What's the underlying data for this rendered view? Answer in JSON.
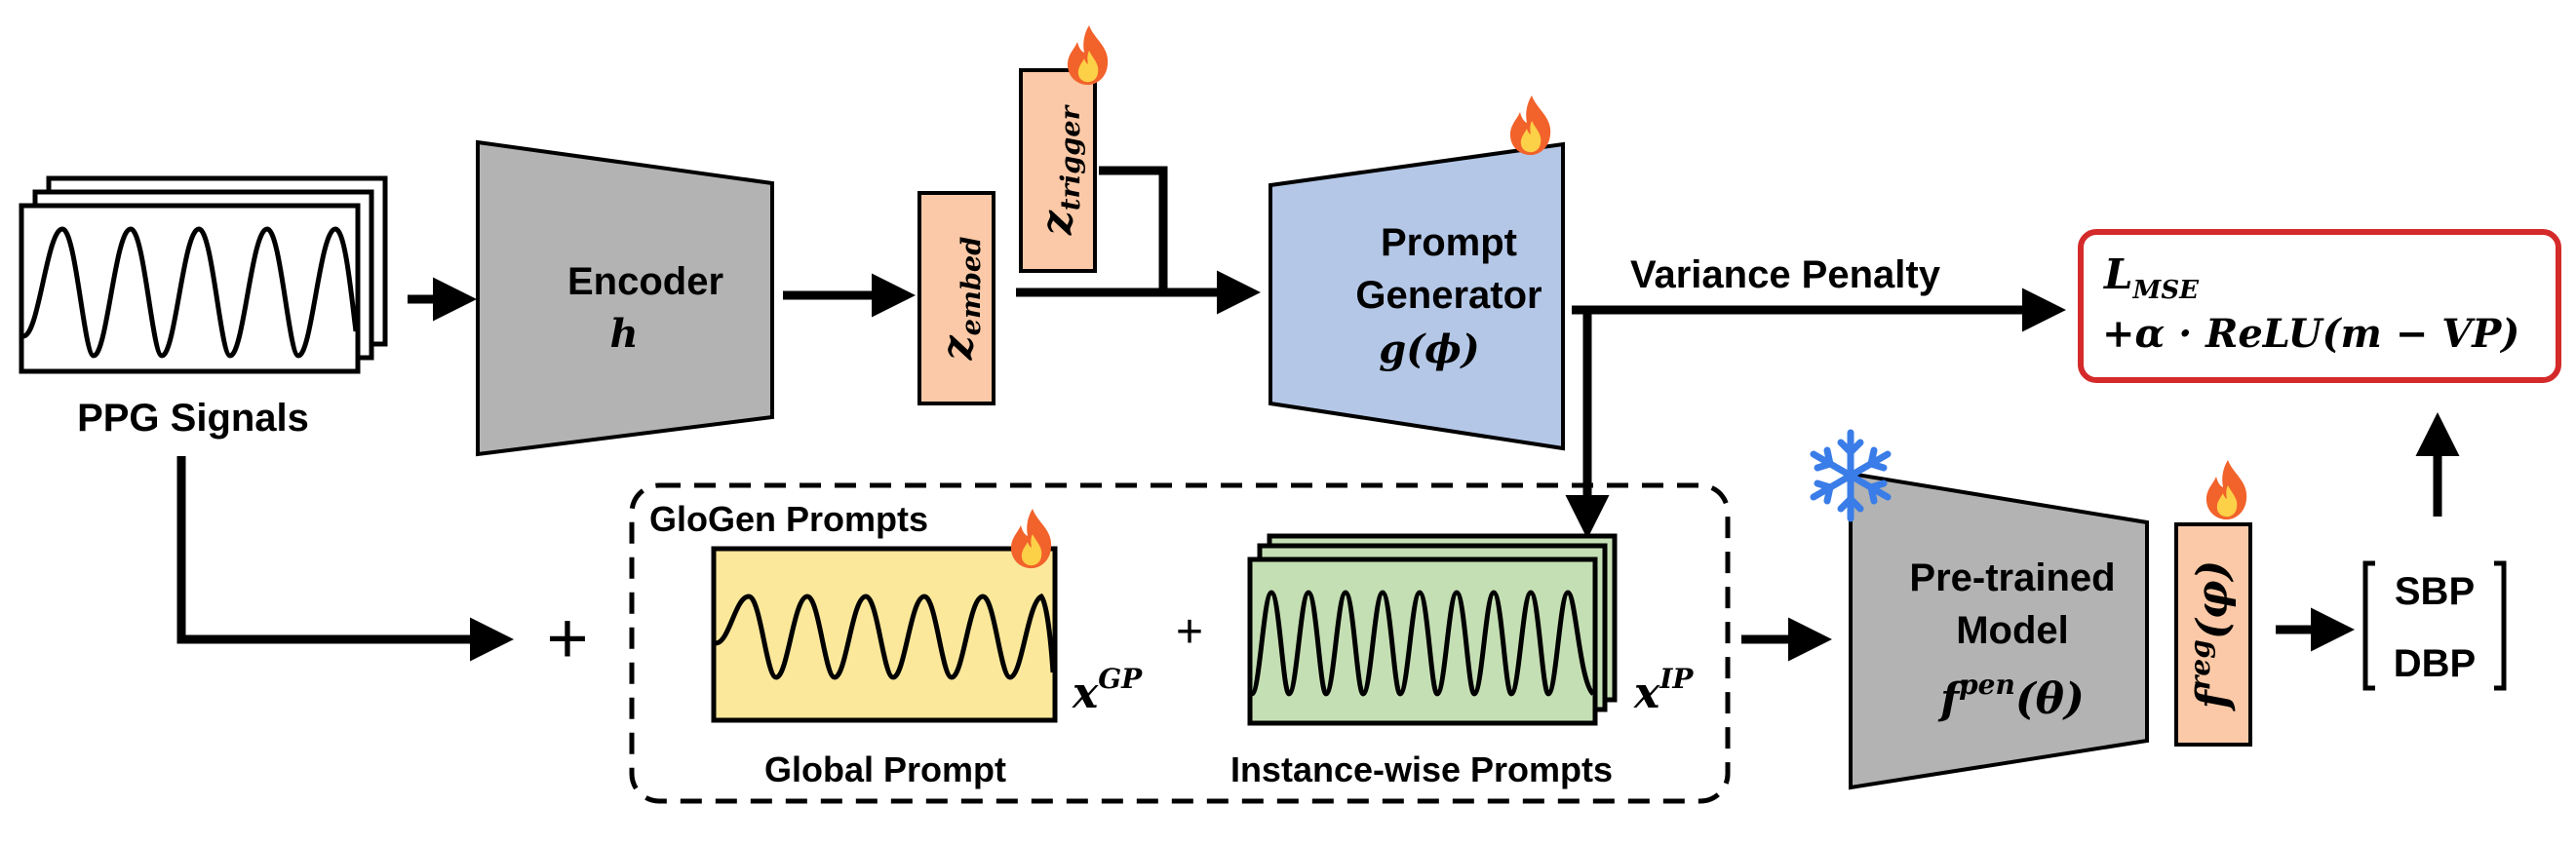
{
  "ppg": {
    "label": "PPG Signals"
  },
  "encoder": {
    "label": "Encoder",
    "symbol": "h"
  },
  "z_embed": {
    "base": "z",
    "sub": "embed"
  },
  "z_trigger": {
    "base": "z",
    "sub": "trigger"
  },
  "prompt_generator": {
    "line1": "Prompt",
    "line2": "Generator",
    "symbol_fn": "g",
    "symbol_arg": "(ϕ)"
  },
  "variance_penalty": {
    "label": "Variance Penalty"
  },
  "loss": {
    "l": "L",
    "l_sub": "MSE",
    "line2": "+α · ReLU(m − VP)"
  },
  "plus_sign": "+",
  "glogen": {
    "title": "GloGen Prompts",
    "global_label": "Global Prompt",
    "global_var": "x",
    "global_sup": "GP",
    "plus": "+",
    "instance_label": "Instance-wise Prompts",
    "instance_var": "x",
    "instance_sup": "IP"
  },
  "pretrained": {
    "line1": "Pre-trained",
    "line2": "Model",
    "sym": "f",
    "sym_sup": "pen",
    "sym_arg": "(θ)"
  },
  "freg": {
    "sym": "f",
    "sup": "reg",
    "arg": "(φ)"
  },
  "outputs": {
    "sbp": "SBP",
    "dbp": "DBP"
  },
  "colors": {
    "grey_block": "#b3b3b3",
    "embed_orange": "#fbc9a7",
    "generator_blue": "#b4c7e7",
    "global_yellow": "#fbe89b",
    "instance_green": "#c5dfb4",
    "loss_border": "#d42a2a",
    "flame_outer": "#f2622b",
    "flame_inner": "#fcd047",
    "snowflake": "#3a7de8"
  },
  "icons": [
    "fire-icon",
    "snowflake-icon"
  ]
}
